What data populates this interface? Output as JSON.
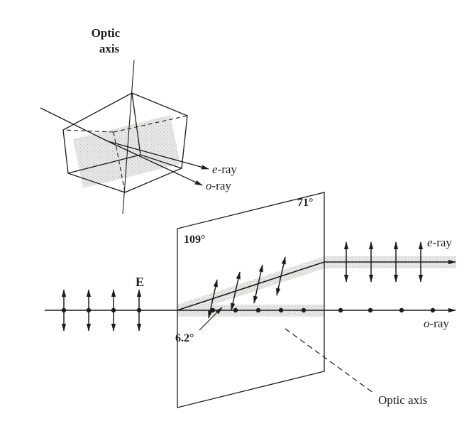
{
  "colors": {
    "ink": "#1c1c1c",
    "shade_background": "#e8e8e6",
    "shade_dot": "#b8b8b4"
  },
  "crystal_figure": {
    "optic_axis_line1": "Optic",
    "optic_axis_line2": "axis",
    "e_ray": {
      "em": "e",
      "rest": "-ray"
    },
    "o_ray": {
      "em": "o",
      "rest": "-ray"
    }
  },
  "slab_figure": {
    "angle_left": "109°",
    "angle_right": "71°",
    "field_label": "E",
    "walkoff": "6.2°",
    "e_ray": {
      "em": "e",
      "rest": "-ray"
    },
    "o_ray": {
      "em": "o",
      "rest": "-ray"
    },
    "optic_axis": "Optic axis"
  }
}
